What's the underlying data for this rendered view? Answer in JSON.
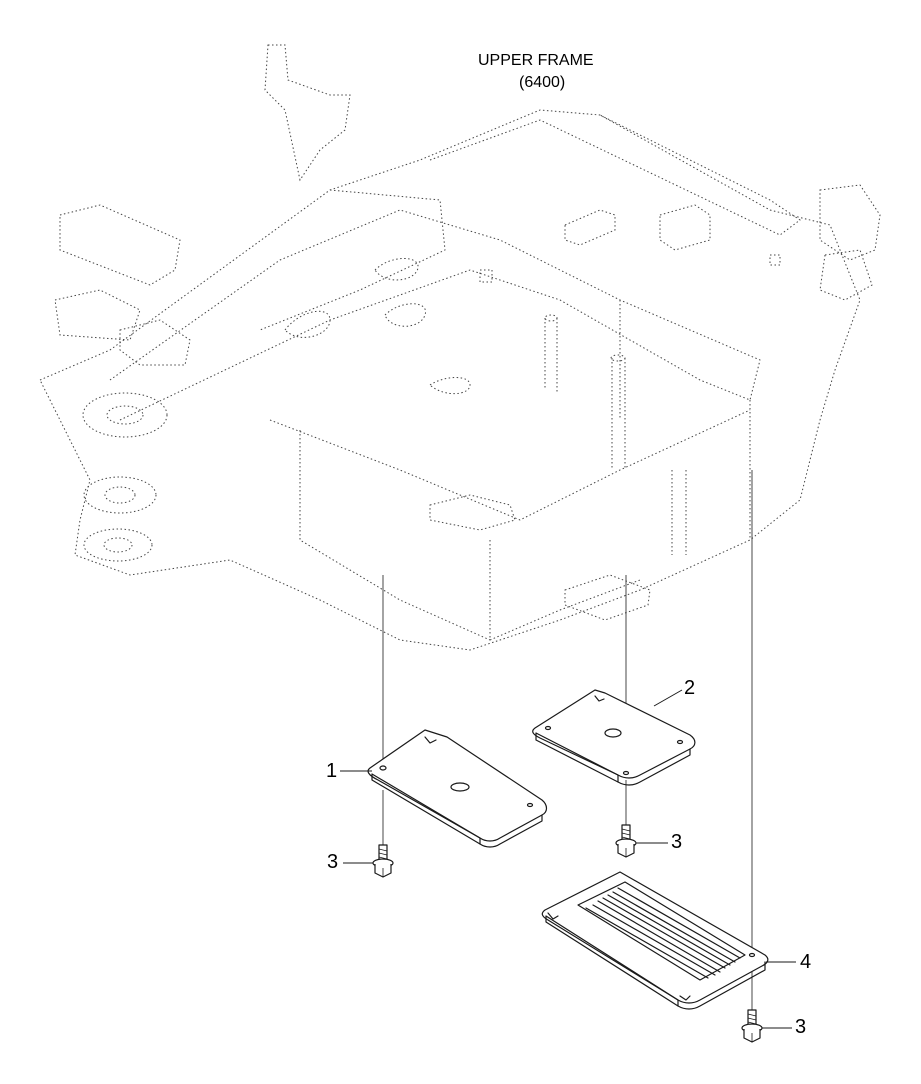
{
  "title": {
    "line1": "UPPER FRAME",
    "line2": "(6400)"
  },
  "callouts": {
    "part1": "1",
    "part2": "2",
    "part3a": "3",
    "part3b": "3",
    "part3c": "3",
    "part4": "4"
  },
  "colors": {
    "line": "#1a1a1a",
    "background": "#ffffff"
  }
}
